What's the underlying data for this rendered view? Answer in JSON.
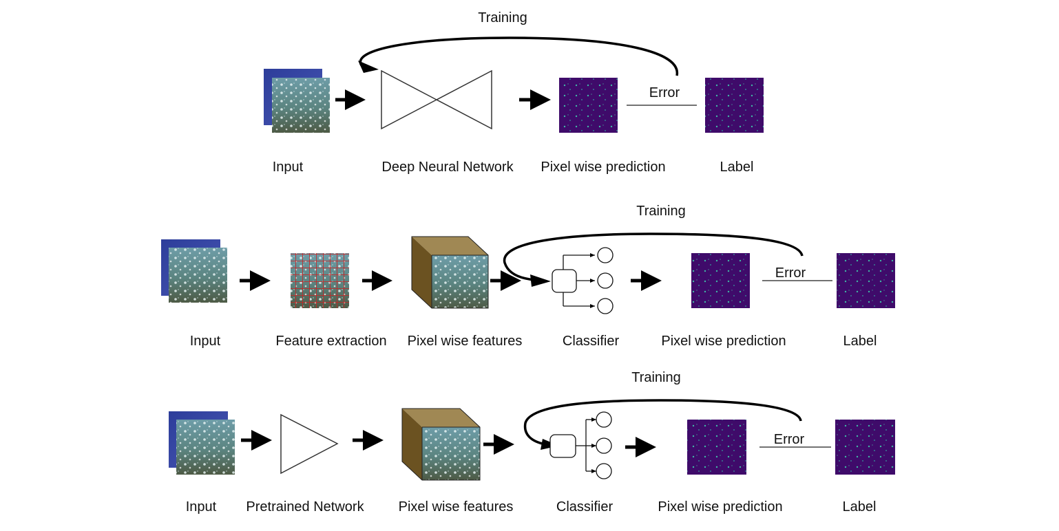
{
  "colors": {
    "stroke": "#000000",
    "cube_front": "#a08854",
    "cube_side": "#6b5221",
    "prediction_bg": "#3f0b6a",
    "prediction_dots": "#3fb5a5",
    "grid_lines": "#cc2222",
    "photo_back": "#3a4aa6",
    "photo_front": "#5b7f86"
  },
  "panel_top": {
    "training": "Training",
    "error": "Error",
    "labels": {
      "input": "Input",
      "network": "Deep Neural Network",
      "prediction": "Pixel wise prediction",
      "label": "Label"
    }
  },
  "panel_mid": {
    "training": "Training",
    "error": "Error",
    "labels": {
      "input": "Input",
      "feature": "Feature extraction",
      "features": "Pixel wise features",
      "classifier": "Classifier",
      "prediction": "Pixel wise prediction",
      "label": "Label"
    }
  },
  "panel_bot": {
    "training": "Training",
    "error": "Error",
    "labels": {
      "input": "Input",
      "network": "Pretrained Network",
      "features": "Pixel wise features",
      "classifier": "Classifier",
      "prediction": "Pixel wise prediction",
      "label": "Label"
    }
  }
}
